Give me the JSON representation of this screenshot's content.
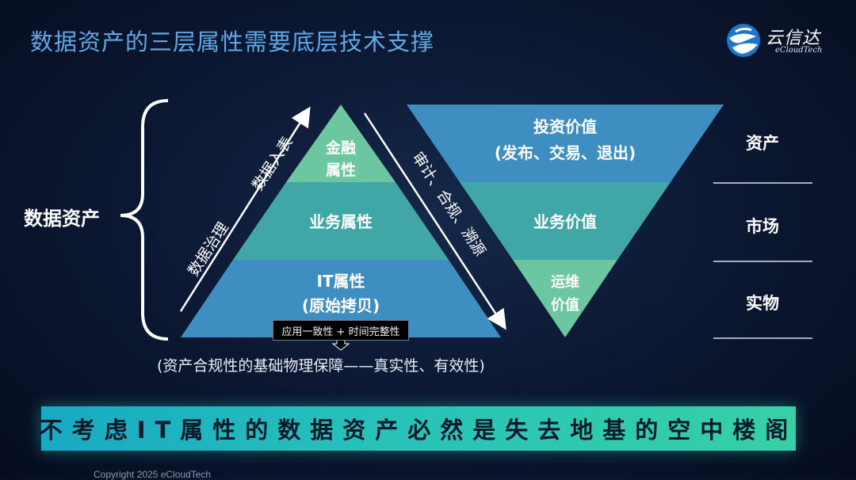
{
  "page": {
    "title": "数据资产的三层属性需要底层技术支撑",
    "brand": {
      "name": "云信达",
      "sub": "eCloudTech"
    }
  },
  "diagram": {
    "left_label": "数据资产",
    "pyramid": {
      "top": [
        "金融",
        "属性"
      ],
      "middle": "业务属性",
      "bottom": [
        "IT属性",
        "(原始拷贝)"
      ]
    },
    "left_arrow": {
      "lower": "数据治理",
      "upper": "数据入表"
    },
    "right_arrow": "审计、合规、溯源",
    "inverted": {
      "top": [
        "投资价值",
        "(发布、交易、退出)"
      ],
      "middle": "业务价值",
      "bottom": [
        "运维",
        "价值"
      ]
    },
    "right_labels": [
      "资产",
      "市场",
      "实物"
    ],
    "callout": "应用一致性 + 时间完整性",
    "caption": "(资产合规性的基础物理保障——真实性、有效性)",
    "colors": {
      "green": "#6cc6a0",
      "teal": "#41a6a6",
      "blue": "#3e8ec2"
    }
  },
  "banner": {
    "text": "不考虑IT属性的数据资产必然是失去地基的空中楼阁"
  },
  "footer": {
    "copyright": "Copyright 2025 eCloudTech"
  }
}
